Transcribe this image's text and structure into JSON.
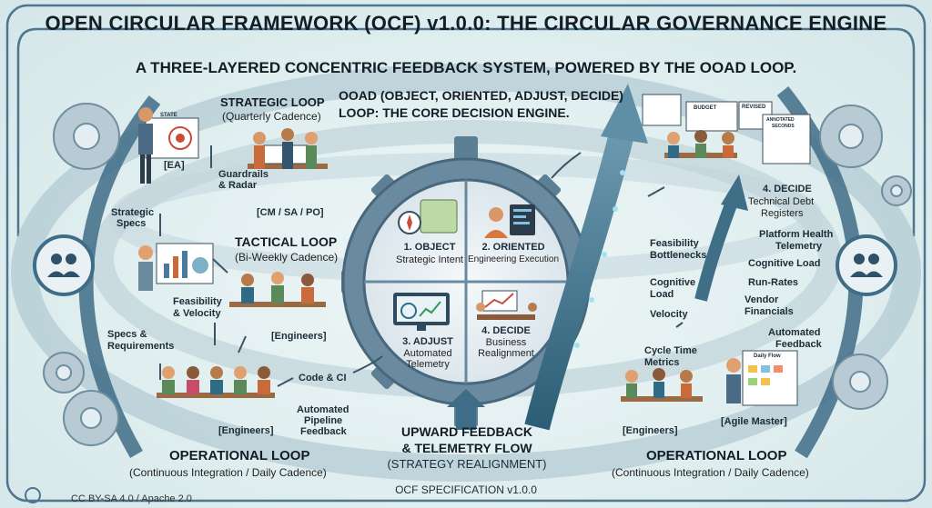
{
  "title": "OPEN CIRCULAR FRAMEWORK (OCF) v1.0.0: THE CIRCULAR GOVERNANCE ENGINE",
  "subtitle": "A THREE-LAYERED CONCENTRIC FEEDBACK SYSTEM, POWERED BY THE OOAD LOOP.",
  "ooad": {
    "heading_line1": "OOAD (OBJECT, ORIENTED, ADJUST, DECIDE)",
    "heading_line2": "LOOP: THE CORE DECISION ENGINE.",
    "quadrants": [
      {
        "title": "1. OBJECT",
        "caption": "Strategic Intent"
      },
      {
        "title": "2. ORIENTED",
        "caption": "Engineering Execution"
      },
      {
        "title": "3. ADJUST",
        "caption_line1": "Automated",
        "caption_line2": "Telemetry"
      },
      {
        "title": "4. DECIDE",
        "caption_line1": "Business",
        "caption_line2": "Realignment"
      }
    ]
  },
  "strategic": {
    "title": "STRATEGIC LOOP",
    "cadence": "(Quarterly Cadence)",
    "state_label": "STATE",
    "ea": "[EA]",
    "guardrails_line1": "Guardrails",
    "guardrails_line2": "& Radar",
    "roles": "[CM / SA / PO]",
    "specs_line1": "Strategic",
    "specs_line2": "Specs"
  },
  "tactical": {
    "title": "TACTICAL LOOP",
    "cadence": "(Bi-Weekly Cadence)",
    "feasibility_line1": "Feasibility",
    "feasibility_line2": "& Velocity",
    "engineers": "[Engineers]",
    "specs_line1": "Specs &",
    "specs_line2": "Requirements"
  },
  "operational_left": {
    "title": "OPERATIONAL LOOP",
    "cadence": "(Continuous Integration / Daily Cadence)",
    "engineers": "[Engineers]",
    "code_ci": "Code & CI",
    "pipeline_line1": "Automated",
    "pipeline_line2": "Pipeline",
    "pipeline_line3": "Feedback"
  },
  "upward": {
    "line1": "UPWARD FEEDBACK",
    "line2": "& TELEMETRY FLOW",
    "line3": "(STRATEGY REALIGNMENT)"
  },
  "right": {
    "budget": "BUDGET",
    "revised": "REVISED",
    "annotated_line1": "ANNOTATED",
    "annotated_line2": "SECONDS",
    "decide_line1": "4. DECIDE",
    "decide_line2": "Technical Debt",
    "decide_line3": "Registers",
    "feasibility_line1": "Feasibility",
    "feasibility_line2": "Bottlenecks",
    "cognitive_line1": "Cognitive",
    "cognitive_line2": "Load",
    "velocity": "Velocity",
    "health_line1": "Platform Health",
    "health_line2": "Telemetry",
    "cognitive_right": "Cognitive Load",
    "runrates": "Run-Rates",
    "vendor_line1": "Vendor",
    "vendor_line2": "Financials",
    "automated_line1": "Automated",
    "automated_line2": "Feedback",
    "cycle_line1": "Cycle Time",
    "cycle_line2": "Metrics",
    "daily_flow": "Daily Flow",
    "engineers": "[Engineers]",
    "agile": "[Agile Master]"
  },
  "operational_right": {
    "title": "OPERATIONAL LOOP",
    "cadence": "(Continuous Integration / Daily Cadence)"
  },
  "footer": {
    "license": "CC BY-SA 4.0 / Apache 2.0",
    "spec": "OCF SPECIFICATION v1.0.0"
  },
  "colors": {
    "frame": "#4f7690",
    "gear": "#5d7f95",
    "gear_light": "#dde8ee",
    "accent": "#2f6b85",
    "arrow": "#3e6f87"
  }
}
